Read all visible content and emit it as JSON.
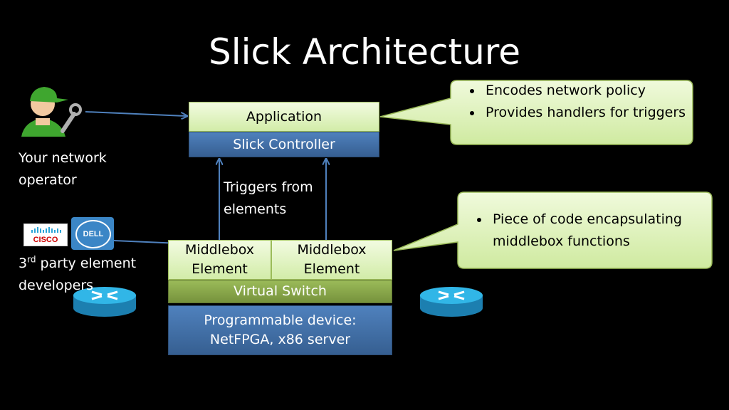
{
  "slide": {
    "title": "Slick Architecture"
  },
  "boxes": {
    "application": "Application",
    "slick_controller": "Slick Controller",
    "middlebox_1_line1": "Middlebox",
    "middlebox_1_line2": "Element",
    "middlebox_2_line1": "Middlebox",
    "middlebox_2_line2": "Element",
    "virtual_switch": "Virtual Switch",
    "programmable_device_line1": "Programmable device:",
    "programmable_device_line2": "NetFPGA, x86 server"
  },
  "labels": {
    "operator_line1": "Your network",
    "operator_line2": "operator",
    "third_party_num": "3",
    "third_party_sup": "rd",
    "third_party_rest": " party element",
    "third_party_line2": "developers",
    "triggers_line1": "Triggers from",
    "triggers_line2": "elements"
  },
  "callouts": {
    "controller_bullets": [
      "Encodes network policy",
      "Provides handlers for triggers"
    ],
    "middlebox_bullets": [
      "Piece of code encapsulating middlebox functions"
    ]
  },
  "logos": {
    "cisco": "CISCO",
    "dell": "DELL"
  },
  "icons": {
    "operator": "network-operator-icon",
    "router": "router-icon"
  },
  "colors": {
    "background": "#000000",
    "green_fill": "#d7eeb0",
    "blue_fill": "#4f81bd",
    "switch_green": "#8db04f",
    "arrow": "#4f81bd",
    "router": "#31b6e7"
  }
}
